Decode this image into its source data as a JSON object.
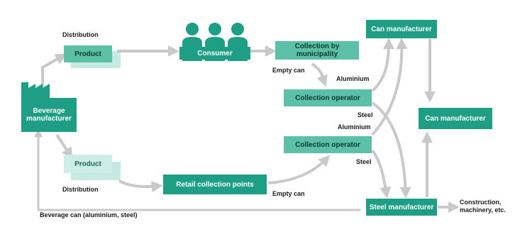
{
  "nodes": {
    "beverage_manufacturer": "Beverage manufacturer",
    "product_top": "Product",
    "product_bottom": "Product",
    "consumer": "Consumer",
    "collection_by_municipality": "Collection by municipality",
    "collection_operator_1": "Collection operator",
    "collection_operator_2": "Collection operator",
    "retail_collection": "Retail collection points",
    "can_manufacturer_1": "Can manufacturer",
    "can_manufacturer_2": "Can manufacturer",
    "steel_manufacturer": "Steel manufacturer",
    "construction": "Construction, machinery, etc."
  },
  "edge_labels": {
    "distribution_top": "Distribution",
    "distribution_bottom": "Distribution",
    "empty_can_1": "Empty can",
    "empty_can_2": "Empty can",
    "aluminium_1": "Aluminium",
    "aluminium_2": "Aluminium",
    "steel_1": "Steel",
    "steel_2": "Steel",
    "beverage_can": "Beverage can (aluminium, steel)"
  },
  "icons": {
    "factory": "factory-icon",
    "people": "people-icon"
  },
  "colors": {
    "dark": "#1f9e86",
    "mid": "#5cbfa8",
    "light": "#9fdccd",
    "arrow": "#c9c9c9"
  }
}
